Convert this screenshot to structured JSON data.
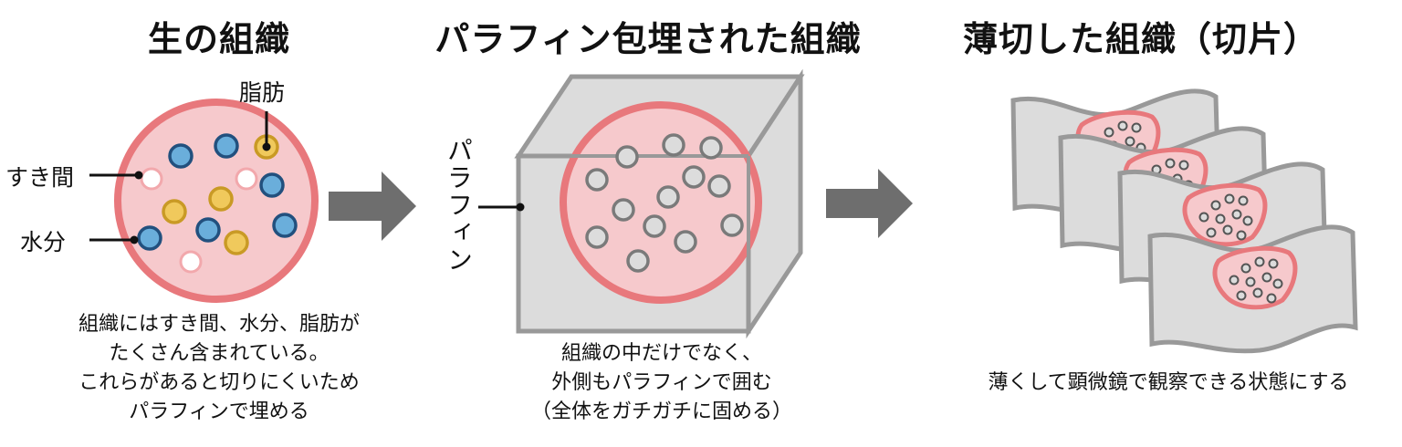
{
  "panels": [
    {
      "title": "生の組織",
      "caption_lines": [
        "組織にはすき間、水分、脂肪が",
        "たくさん含まれている。",
        "これらがあると切りにくいため",
        "パラフィンで埋める"
      ],
      "labels": {
        "fat": "脂肪",
        "gap": "すき間",
        "water": "水分"
      }
    },
    {
      "title": "パラフィン包埋された組織",
      "caption_lines": [
        "組織の中だけでなく、",
        "外側もパラフィンで囲む",
        "（全体をガチガチに固める）"
      ],
      "labels": {
        "paraffin": "パラフィン"
      }
    },
    {
      "title": "薄切した組織（切片）",
      "caption_lines": [
        "薄くして顕微鏡で観察できる状態にする"
      ]
    }
  ],
  "colors": {
    "tissue_fill": "#f6c9cc",
    "tissue_border": "#e8787c",
    "water_fill": "#6aaedb",
    "water_border": "#22507e",
    "fat_fill": "#f0c95c",
    "fat_border": "#c99a25",
    "gap_fill": "#ffffff",
    "gap_border": "#f2a8ac",
    "paraffin_fill": "#dcdcdc",
    "paraffin_border": "#999999",
    "arrow": "#6e6e6e"
  },
  "icons": [
    "right-arrow-icon",
    "right-arrow-icon"
  ]
}
